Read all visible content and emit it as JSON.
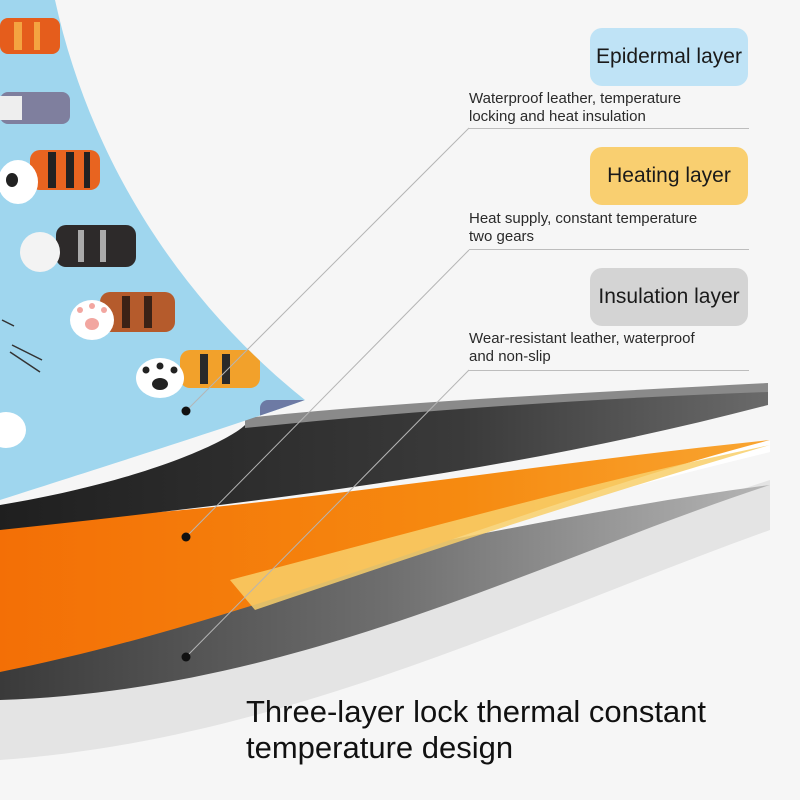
{
  "layers": [
    {
      "name": "Epidermal layer",
      "desc_lines": [
        "Waterproof leather, temperature",
        "locking and heat insulation"
      ],
      "color": "#bfe3f6"
    },
    {
      "name": "Heating layer",
      "desc_lines": [
        "Heat supply, constant temperature",
        "two gears"
      ],
      "color": "#f9cf70"
    },
    {
      "name": "Insulation layer",
      "desc_lines": [
        "Wear-resistant leather, waterproof",
        "and non-slip"
      ],
      "color": "#d4d4d4"
    }
  ],
  "caption_lines": [
    "Three-layer lock thermal constant",
    "temperature design"
  ],
  "colors": {
    "pattern_bg": "#9fd6ee",
    "heating_orange": "#f07d0a",
    "dark_layer": "#2b2b2b",
    "gray_layer": "#6b6b6b"
  }
}
